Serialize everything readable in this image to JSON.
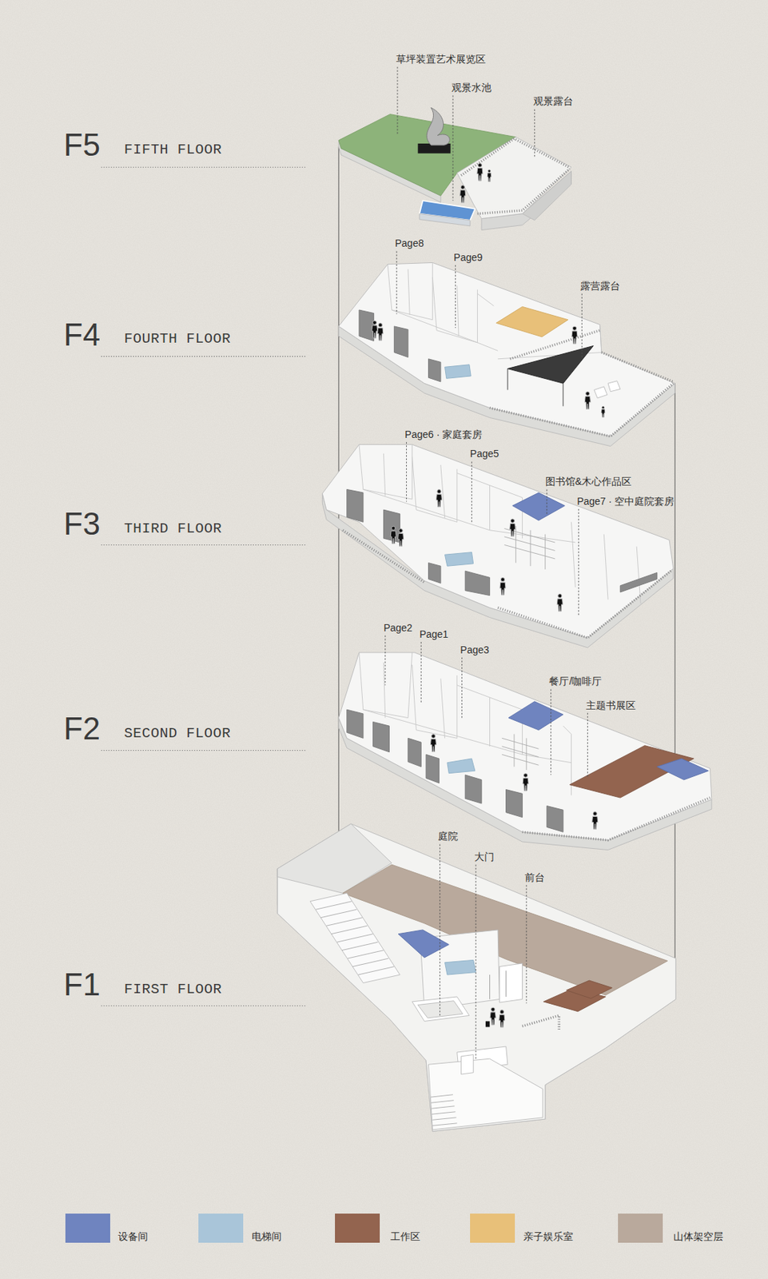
{
  "diagram": {
    "labels": [
      "F5",
      "FIFTH FLOOR",
      "草坪装置艺术展览区",
      "观景水池",
      "观景露台",
      "F4",
      "FOURTH FLOOR",
      "Page8",
      "Page9",
      "露营露台",
      "F3",
      "THIRD FLOOR",
      "Page6 · 家庭套房",
      "Page5",
      "图书馆&木心作品区",
      "Page7 · 空中庭院套房",
      "F2",
      "SECOND FLOOR",
      "Page2",
      "Page1",
      "Page3",
      "餐厅/咖啡厅",
      "主题书展区",
      "F1",
      "FIRST FLOOR",
      "庭院",
      "大门",
      "前台"
    ],
    "legend": [
      {
        "text": "设备间",
        "color": "#6f84bf"
      },
      {
        "text": "电梯间",
        "color": "#a9c5d9"
      },
      {
        "text": "工作区",
        "color": "#93644f"
      },
      {
        "text": "亲子娱乐室",
        "color": "#e8c079"
      },
      {
        "text": "山体架空层",
        "color": "#b9a99c"
      }
    ]
  }
}
